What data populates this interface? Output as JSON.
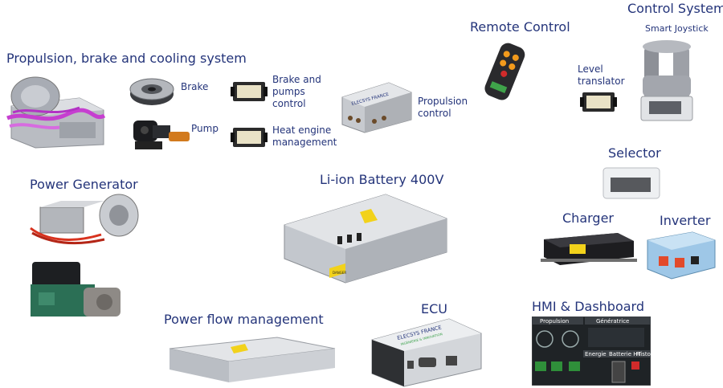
{
  "labels": {
    "propulsion_system": "Propulsion, brake and cooling system",
    "brake": "Brake",
    "brake_pumps_control_1": "Brake and",
    "brake_pumps_control_2": "pumps",
    "brake_pumps_control_3": "control",
    "pump": "Pump",
    "heat_engine_1": "Heat engine",
    "heat_engine_2": "management",
    "propulsion_control_1": "Propulsion",
    "propulsion_control_2": "control",
    "remote_control": "Remote Control",
    "level_translator_1": "Level",
    "level_translator_2": "translator",
    "control_system": "Control System",
    "smart_joystick": "Smart Joystick",
    "selector": "Selector",
    "charger": "Charger",
    "inverter": "Inverter",
    "power_generator": "Power Generator",
    "battery": "Li-ion Battery 400V",
    "power_flow": "Power flow management",
    "ecu": "ECU",
    "hmi": "HMI & Dashboard"
  },
  "device_text": {
    "elecsys_brand": "ELECSYS FRANCE",
    "elecsys_tagline": "INGÉNIERIE & INNOVATION",
    "danger_warning": "DANGER"
  },
  "hmi_screen": {
    "propulsion_tab": "Propulsion",
    "generatrice_tab": "Génératrice",
    "energie_tab": "Energie",
    "batterie_tab": "Batterie HT",
    "histo_tab": "Histo"
  },
  "colors": {
    "label_text": "#24347a",
    "warning_yellow": "#f2d21b",
    "battery_body": "#cfd3d9",
    "hmi_bg": "#1f2326",
    "remote_orange": "#f29a1c"
  }
}
